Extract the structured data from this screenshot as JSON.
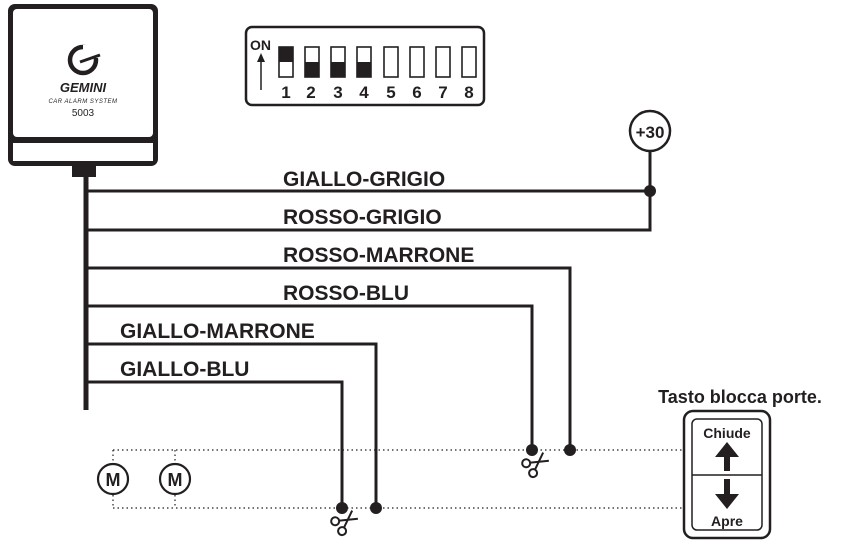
{
  "module": {
    "brand": "GEMINI",
    "tagline": "CAR ALARM SYSTEM",
    "model": "5003"
  },
  "dip_switch": {
    "on_label": "ON",
    "switches": [
      "1",
      "2",
      "3",
      "4",
      "5",
      "6",
      "7",
      "8"
    ],
    "positions": [
      "on",
      "off",
      "off",
      "off",
      "empty",
      "empty",
      "empty",
      "empty"
    ]
  },
  "power": {
    "label": "+30"
  },
  "wires": [
    {
      "label": "GIALLO-GRIGIO"
    },
    {
      "label": "ROSSO-GRIGIO"
    },
    {
      "label": "ROSSO-MARRONE"
    },
    {
      "label": "ROSSO-BLU"
    },
    {
      "label": "GIALLO-MARRONE"
    },
    {
      "label": "GIALLO-BLU"
    }
  ],
  "motors": [
    {
      "label": "M"
    },
    {
      "label": "M"
    }
  ],
  "door_switch": {
    "title": "Tasto blocca porte.",
    "close_label": "Chiude",
    "open_label": "Apre"
  },
  "colors": {
    "ink": "#231f20",
    "background": "#ffffff"
  }
}
